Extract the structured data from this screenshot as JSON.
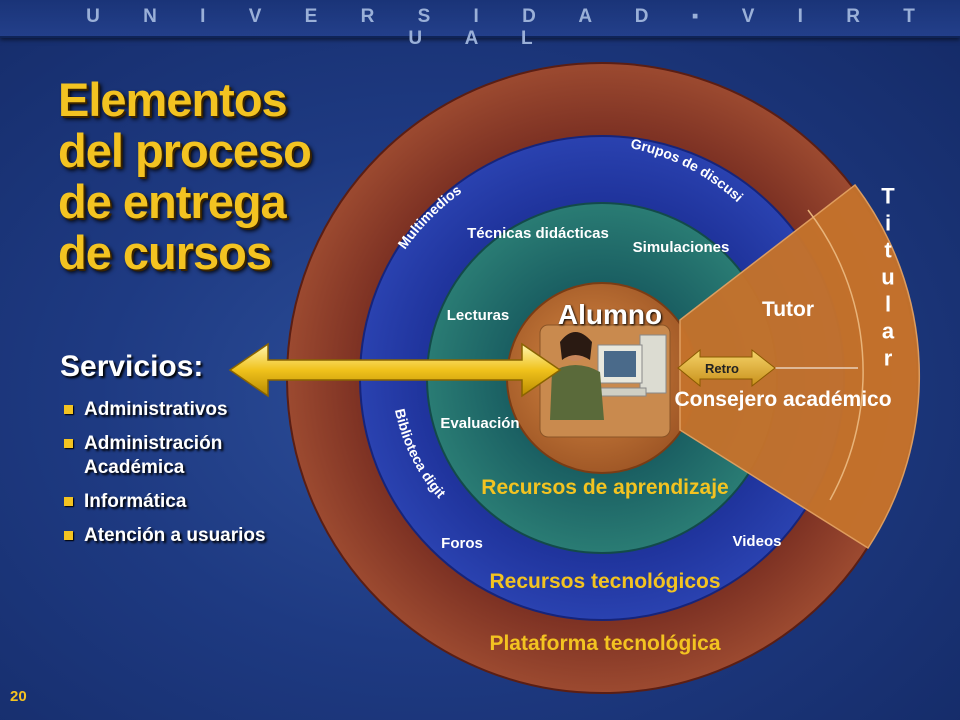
{
  "header": {
    "title": "U N I V E R S I D A D ▪ V I R T U A L"
  },
  "title_lines": [
    "Elementos",
    "del proceso",
    "de entrega",
    "de cursos"
  ],
  "servicios": {
    "title": "Servicios:",
    "items": [
      "Administrativos",
      "Administración Académica",
      "Informática",
      "Atención a usuarios"
    ]
  },
  "diagram": {
    "center_label": "Alumno",
    "inner_ring_items": [
      "Técnicas didácticas",
      "Simulaciones",
      "Lecturas",
      "Evaluación"
    ],
    "inner_ring_label": "Recursos de aprendizaje",
    "middle_ring_items": [
      "Multimedios",
      "Grupos de discusión",
      "Biblioteca digital",
      "Foros",
      "Videos"
    ],
    "middle_ring_label": "Recursos tecnológicos",
    "outer_ring_label": "Plataforma tecnológica",
    "wedge_labels": [
      "Tutor",
      "Consejero académico",
      "Titular"
    ],
    "arrow_label": "Retro"
  },
  "page_number": "20",
  "colors": {
    "background": "#1e3a82",
    "title_gold": "#f3c321",
    "outer_ring": "#8c3a28",
    "middle_ring": "#2236a0",
    "inner_ring": "#1f6a66",
    "center": "#b56a2e",
    "wedge": "#c8772f"
  }
}
